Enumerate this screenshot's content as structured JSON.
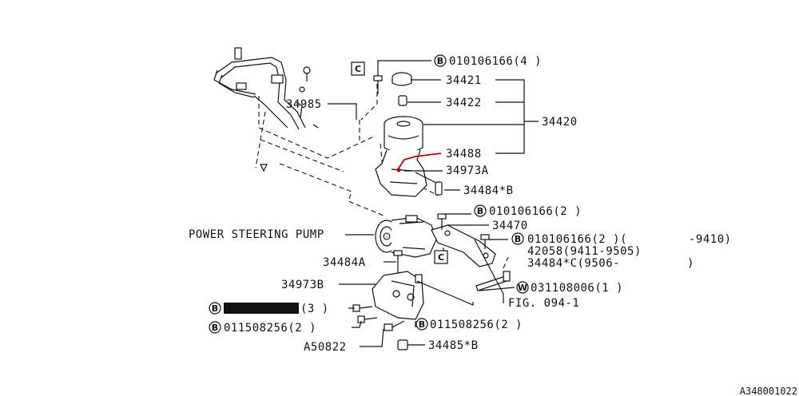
{
  "labels": {
    "p34421": "34421",
    "p34422": "34422",
    "p34420": "34420",
    "p34488": "34488",
    "p34973A": "34973A",
    "p34484B_top": "34484*B",
    "p34985": "34985",
    "b010106166_4": "010106166(4 )",
    "b010106166_2a": "010106166(2 )",
    "p34470": "34470",
    "b010106166_2b": "010106166(2 )(",
    "range_9410": "-9410)",
    "p42058": "42058(9411-9505)",
    "p34484C": "34484*C(9506-",
    "p34484C_close": ")",
    "psp": "POWER STEERING PUMP",
    "p34484A": "34484A",
    "p34973B": "34973B",
    "w031108006": "031108006(1 )",
    "fig": "FIG. 094-1",
    "b_redacted_suffix": "(3 )",
    "b011508256_left": "011508256(2 )",
    "b011508256_right": "011508256(2 )",
    "pA50822": "A50822",
    "p34485B": "34485*B",
    "ref_code": "A348001022"
  },
  "markers": {
    "B": "B",
    "W": "W",
    "C": "C"
  },
  "colors": {
    "line": "#111111",
    "highlight": "#cc0000"
  }
}
